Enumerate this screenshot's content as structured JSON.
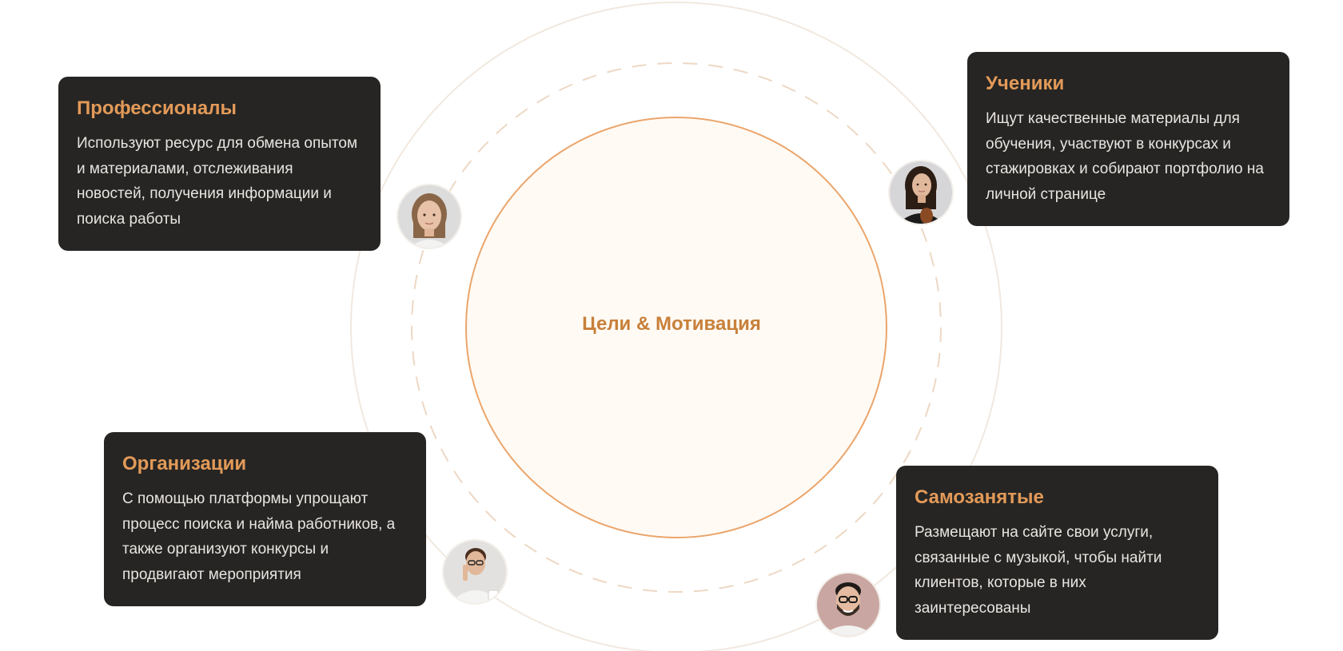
{
  "center": {
    "title": "Цели & Мотивация"
  },
  "cards": {
    "professionals": {
      "title": "Профессионалы",
      "text": "Используют ресурс для обмена опытом и материалами, отслеживания новостей, получения информации и поиска работы"
    },
    "students": {
      "title": "Ученики",
      "text": "Ищут качественные материалы для обучения, участвуют в конкурсах и стажировках и собирают портфолио на личной странице"
    },
    "organizations": {
      "title": "Организации",
      "text": "С помощью платформы упрощают процесс поиска и найма работников, а также организуют конкурсы и продвигают мероприятия"
    },
    "selfEmployed": {
      "title": "Самозанятые",
      "text": "Размещают на сайте свои услуги, связанные с музыкой, чтобы найти клиентов, которые в них заинтересованы"
    }
  },
  "colors": {
    "accent": "#e39a58",
    "centerTitle": "#c8803a",
    "cardBackground": "#262524",
    "cardText": "#e8e5e1",
    "innerRing": "#eba56b",
    "innerFill": "#fffaf4",
    "dashedRing": "#edd8c4",
    "outerRing": "#f1e8df"
  },
  "icons": {
    "professionals": "woman-portrait-avatar",
    "students": "violinist-portrait-avatar",
    "organizations": "man-on-phone-avatar",
    "selfEmployed": "man-with-glasses-avatar"
  }
}
